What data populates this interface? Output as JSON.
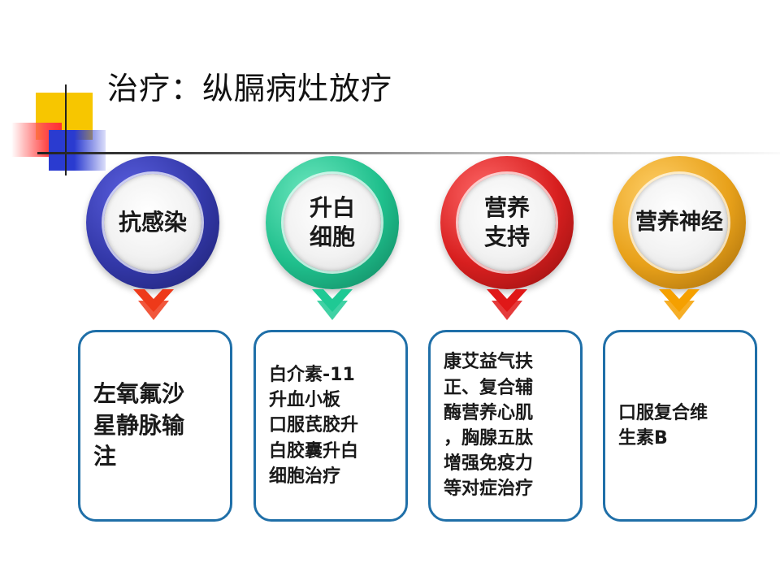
{
  "title": "治疗：纵膈病灶放疗",
  "items": [
    {
      "circle_label": "抗感染",
      "ring_color": "#3338a8",
      "arrow_color": "#ee3a1a",
      "card_text": "左氧氟沙\n星静脉输\n注"
    },
    {
      "circle_label": "升白\n细胞",
      "ring_color": "#1fbf8c",
      "arrow_color": "#1fc994",
      "card_text": "白介素-11\n升血小板\n口服芪胶升\n白胶囊升白\n细胞治疗"
    },
    {
      "circle_label": "营养\n支持",
      "ring_color": "#d81f1f",
      "arrow_color": "#e01818",
      "card_text": "康艾益气扶\n正、复合辅\n酶营养心肌\n，胸腺五肽\n增强免疫力\n等对症治疗"
    },
    {
      "circle_label": "营养神经",
      "ring_color": "#e8a11a",
      "arrow_color": "#f5a000",
      "card_text": "口服复合维\n生素B"
    }
  ]
}
